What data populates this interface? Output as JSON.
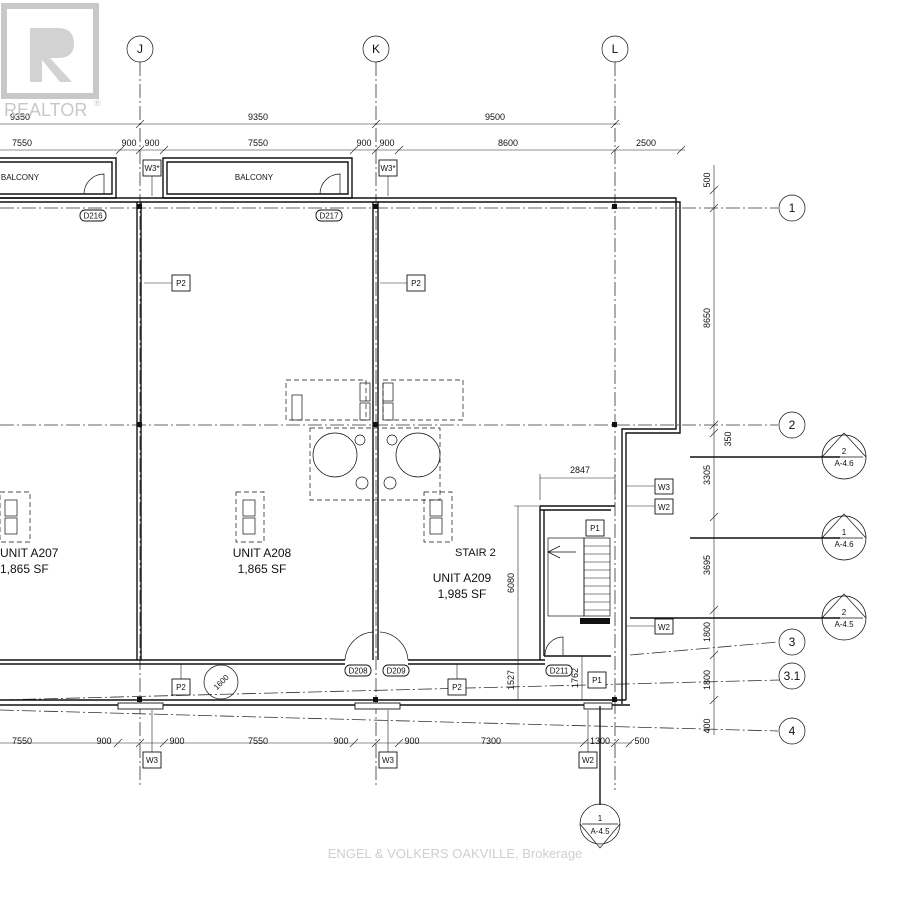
{
  "watermark": {
    "realtor": "REALTOR",
    "registered": "®",
    "brokerage": "ENGEL & VOLKERS OAKVILLE, Brokerage"
  },
  "grid_cols": [
    "J",
    "K",
    "L"
  ],
  "grid_rows": [
    "1",
    "2",
    "3",
    "3.1",
    "4"
  ],
  "top_dims_row1": [
    "9350",
    "9350",
    "9500"
  ],
  "top_dims_row2": [
    "7550",
    "900",
    "900",
    "7550",
    "900",
    "900",
    "8600",
    "2500"
  ],
  "bottom_dims": [
    "7550",
    "900",
    "900",
    "7550",
    "900",
    "900",
    "7300",
    "1300",
    "500"
  ],
  "right_dims": [
    "500",
    "8650",
    "350",
    "3305",
    "3695",
    "1800",
    "1800",
    "400"
  ],
  "stair_dims": [
    "2847",
    "6080",
    "1527",
    "1762"
  ],
  "rooms": {
    "balcony_left": "BALCONY",
    "balcony_mid": "BALCONY",
    "unit_a207": "UNIT A207",
    "unit_a207_area": "1,865 SF",
    "unit_a208": "UNIT A208",
    "unit_a208_area": "1,865 SF",
    "unit_a209": "UNIT A209",
    "unit_a209_area": "1,985 SF",
    "stair": "STAIR 2"
  },
  "tags": {
    "w3s": "W3*",
    "w3": "W3",
    "w2": "W2",
    "p1": "P1",
    "p2": "P2",
    "d216": "D216",
    "d217": "D217",
    "d208": "D208",
    "d209": "D209",
    "d211": "D211",
    "radius": "1600"
  },
  "section_markers": [
    {
      "num": "2",
      "sheet": "A-4.6"
    },
    {
      "num": "1",
      "sheet": "A-4.6"
    },
    {
      "num": "2",
      "sheet": "A-4.5"
    },
    {
      "num": "1",
      "sheet": "A-4.5"
    }
  ]
}
